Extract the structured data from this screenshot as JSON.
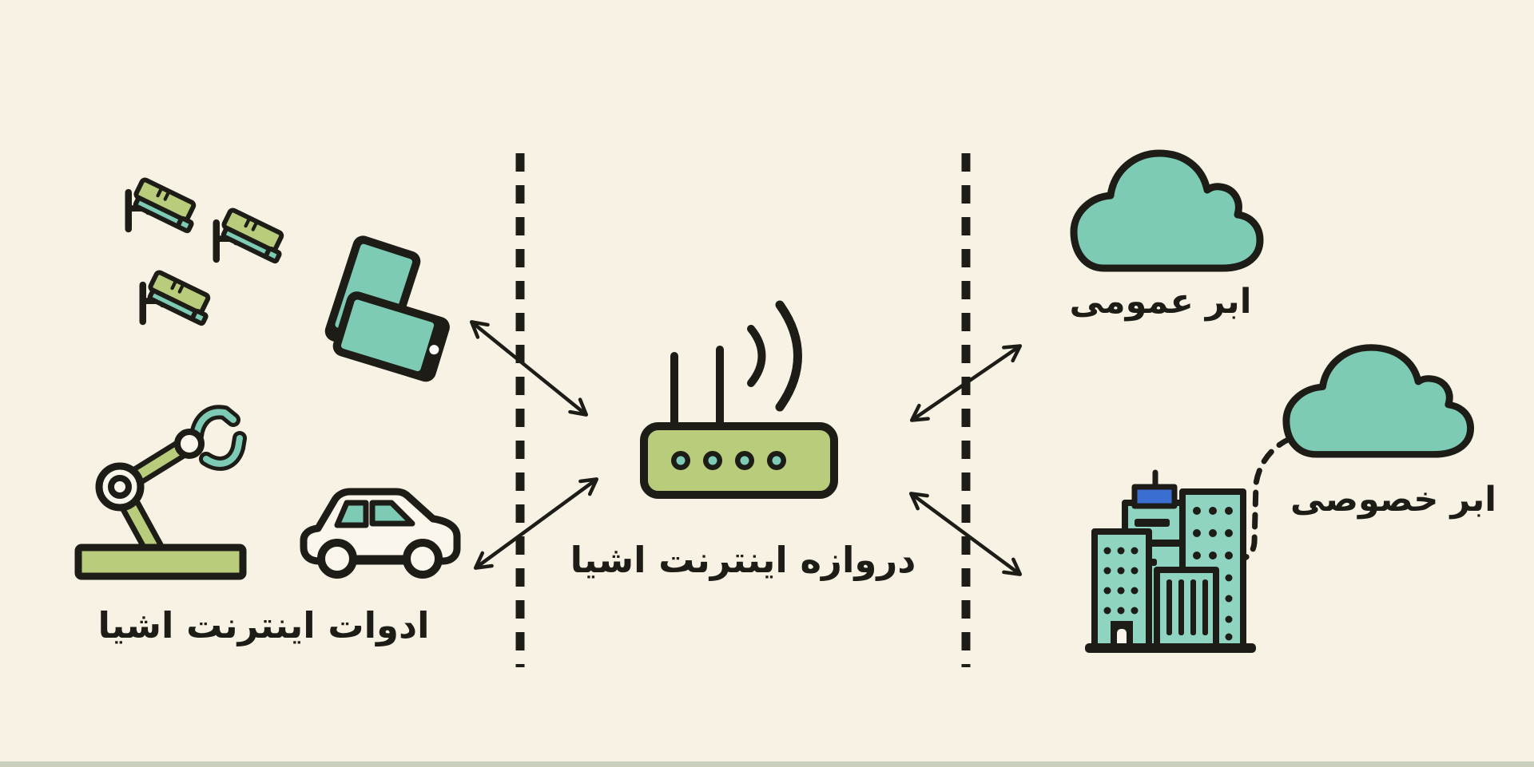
{
  "diagram": {
    "type": "iot-architecture-infographic",
    "direction": "rtl",
    "labels": {
      "devices": "ادوات اینترنت اشیا",
      "gateway": "دروازه اینترنت اشیا",
      "public_cloud": "ابر عمومی",
      "private_cloud": "ابر خصوصی"
    },
    "icons": {
      "left_section": [
        "cctv-camera-icon",
        "cctv-camera-icon",
        "cctv-camera-icon",
        "tablet-devices-icon",
        "robot-arm-icon",
        "car-icon"
      ],
      "middle_section": [
        "wifi-router-icon"
      ],
      "right_section": [
        "public-cloud-icon",
        "private-cloud-icon",
        "city-buildings-icon"
      ]
    },
    "connectors": {
      "separators": 2,
      "bidirectional_arrows": 4,
      "cloud_to_buildings_dashed_link": 1
    },
    "colors": {
      "background": "#F7F2E4",
      "ink": "#1D1C16",
      "teal": "#7DCBB5",
      "teal_light": "#8FD4C1",
      "olive": "#B8CC7C",
      "blue": "#3B6ED1",
      "paper": "#FAF6EB",
      "bottom_strip": "#CBD0BC"
    }
  }
}
